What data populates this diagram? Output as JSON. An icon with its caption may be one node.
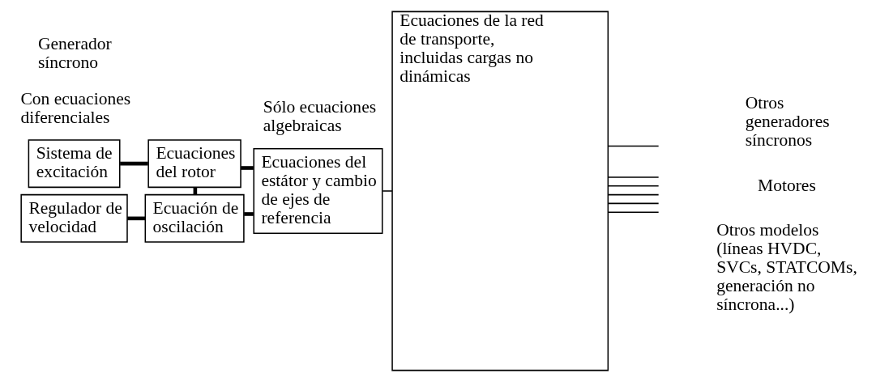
{
  "diagram": {
    "nodes": [
      {
        "text": [
          "Sistema de excitación"
        ]
      },
      {
        "text": [
          "Ecuaciones del rotor"
        ]
      },
      {
        "text": [
          "Regulador de velocidad"
        ]
      },
      {
        "text": [
          "Ecuación de oscilación"
        ]
      },
      {
        "text": [
          "Ecuaciones del estátor y cambio de ejes de referencia"
        ]
      },
      {
        "text": [
          "Ecuaciones de la red de transporte, incluidas cargas no dinámicas"
        ]
      }
    ],
    "edges": [
      {
        "from": 0,
        "to": 1,
        "arrow": "none",
        "style": "thick"
      },
      {
        "from": 1,
        "to": 3,
        "arrow": "none",
        "style": "thick"
      },
      {
        "from": 2,
        "to": 3,
        "arrow": "none",
        "style": "thick"
      },
      {
        "from": 1,
        "to": 4,
        "arrow": "none",
        "style": "thick"
      },
      {
        "from": 3,
        "to": 4,
        "arrow": "none",
        "style": "thick"
      },
      {
        "from": 4,
        "to": 5,
        "arrow": "none"
      },
      {
        "from": 5,
        "to": null,
        "arrow": "none"
      },
      {
        "from": 5,
        "to": null,
        "arrow": "none"
      },
      {
        "from": 5,
        "to": null,
        "arrow": "none"
      },
      {
        "from": 5,
        "to": null,
        "arrow": "none"
      },
      {
        "from": 5,
        "to": null,
        "arrow": "none"
      },
      {
        "from": 5,
        "to": null,
        "arrow": "none"
      }
    ],
    "labels": [
      "Con ecuaciones diferenciales",
      "Sólo ecuaciones algebraicas",
      "Otros generadores síncronos",
      "Motores",
      "Generador síncrono",
      "Otros modelos (líneas HVDC, SVCs, STATCOMs, generación no síncrona...)"
    ]
  }
}
